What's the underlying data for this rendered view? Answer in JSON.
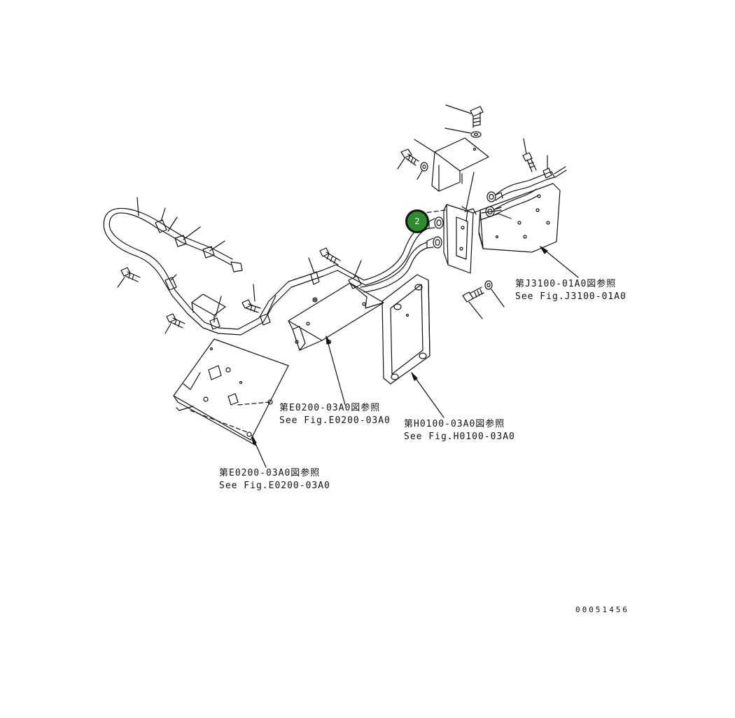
{
  "diagram": {
    "drawing_number": "00051456",
    "callouts": [
      {
        "id": "2",
        "label": "2",
        "color": "#2e8b2e"
      }
    ],
    "references": [
      {
        "key": "j3100",
        "ja": "第J3100-01A0図参照",
        "en": "See Fig.J3100-01A0"
      },
      {
        "key": "e0200_upper",
        "ja": "第E0200-03A0図参照",
        "en": "See Fig.E0200-03A0"
      },
      {
        "key": "h0100",
        "ja": "第H0100-03A0図参照",
        "en": "See Fig.H0100-03A0"
      },
      {
        "key": "e0200_lower",
        "ja": "第E0200-03A0図参照",
        "en": "See Fig.E0200-03A0"
      }
    ]
  }
}
